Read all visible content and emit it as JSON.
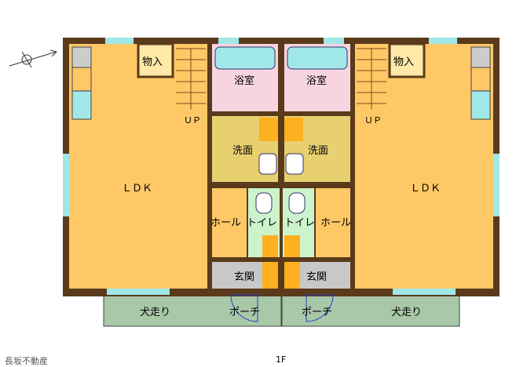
{
  "rooms": {
    "ldk_left": "ＬＤＫ",
    "ldk_right": "ＬＤＫ",
    "storage_left": "物入",
    "storage_right": "物入",
    "bath_left": "浴室",
    "bath_right": "浴室",
    "washroom_left": "洗面",
    "washroom_right": "洗面",
    "hall_left": "ホール",
    "hall_right": "ホール",
    "toilet_left": "トイレ",
    "toilet_right": "トイレ",
    "entrance_left": "玄関",
    "entrance_right": "玄関",
    "porch_left": "ポーチ",
    "porch_right": "ポーチ",
    "dogrun_left": "犬走り",
    "dogrun_right": "犬走り",
    "up_left": "ＵＰ",
    "up_right": "ＵＰ"
  },
  "footer": {
    "company": "長坂不動産",
    "floor": "1F"
  },
  "colors": {
    "wall": "#5a3a1a",
    "ldk": "#ffc866",
    "bath": "#f6d4e0",
    "wash": "#e8d070",
    "toilet": "#ccf4cc",
    "entrance": "#c8c8c8",
    "outdoor": "#a8c8a8",
    "window": "#a0e8e8",
    "fixture": "#a0e8e8"
  }
}
